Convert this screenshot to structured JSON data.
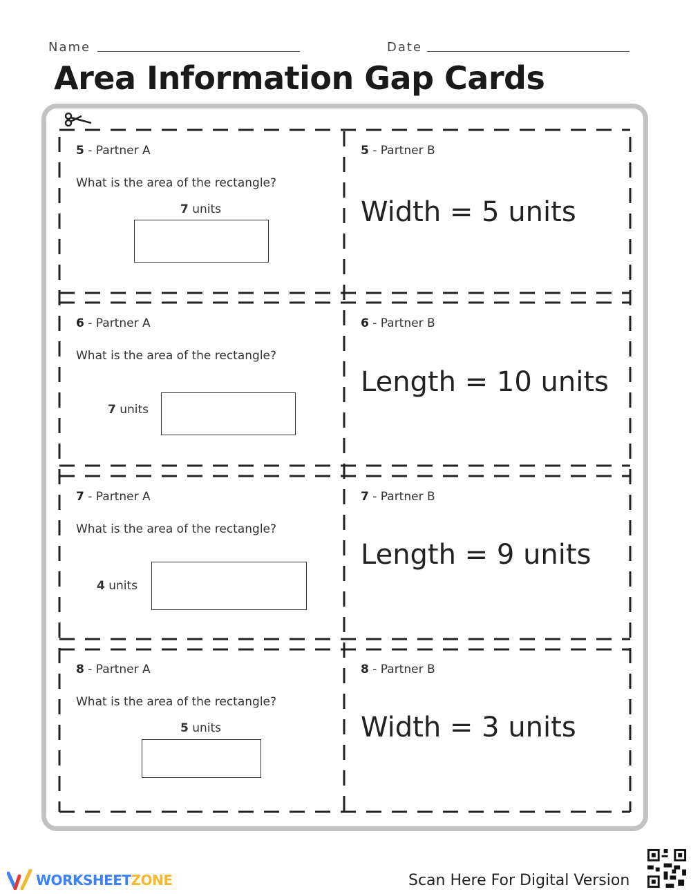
{
  "header": {
    "name_label": "Name",
    "date_label": "Date",
    "title": "Area Information Gap Cards"
  },
  "cards": [
    {
      "num": "5",
      "a_label": " - Partner A",
      "question": "What is the area of the rectangle?",
      "dim": "7",
      "dim_unit": " units",
      "b_label": " - Partner B",
      "b_text": "Width = 5 units"
    },
    {
      "num": "6",
      "a_label": " - Partner A",
      "question": "What is the area of the rectangle?",
      "dim": "7",
      "dim_unit": " units",
      "b_label": " - Partner B",
      "b_text": "Length = 10 units"
    },
    {
      "num": "7",
      "a_label": " - Partner A",
      "question": "What is the area of the rectangle?",
      "dim": "4",
      "dim_unit": " units",
      "b_label": " - Partner B",
      "b_text": "Length = 9 units"
    },
    {
      "num": "8",
      "a_label": " - Partner A",
      "question": "What is the area of the rectangle?",
      "dim": "5",
      "dim_unit": " units",
      "b_label": " - Partner B",
      "b_text": "Width = 3 units"
    }
  ],
  "footer": {
    "brand_a": "WORKSHEET",
    "brand_b": "ZONE",
    "scan_text": "Scan Here For Digital Version"
  },
  "colors": {
    "brand_blue": "#3b82f6",
    "brand_yellow": "#f5b82e",
    "brand_red": "#e53935",
    "frame": "#c2c2c2"
  },
  "icons": [
    "scissors-icon",
    "qr-code-icon",
    "worksheetzone-logo-icon"
  ]
}
